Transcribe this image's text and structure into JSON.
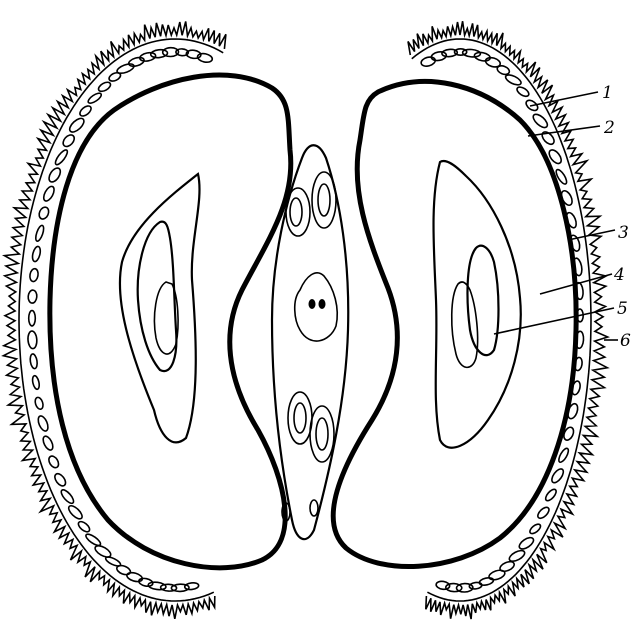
{
  "figure": {
    "labels": [
      {
        "id": "1",
        "text": "1"
      },
      {
        "id": "2",
        "text": "2"
      },
      {
        "id": "3",
        "text": "3"
      },
      {
        "id": "4",
        "text": "4"
      },
      {
        "id": "5",
        "text": "5"
      },
      {
        "id": "6",
        "text": "6"
      }
    ]
  },
  "colors": {
    "ink": "#000000",
    "paper": "#ffffff"
  }
}
